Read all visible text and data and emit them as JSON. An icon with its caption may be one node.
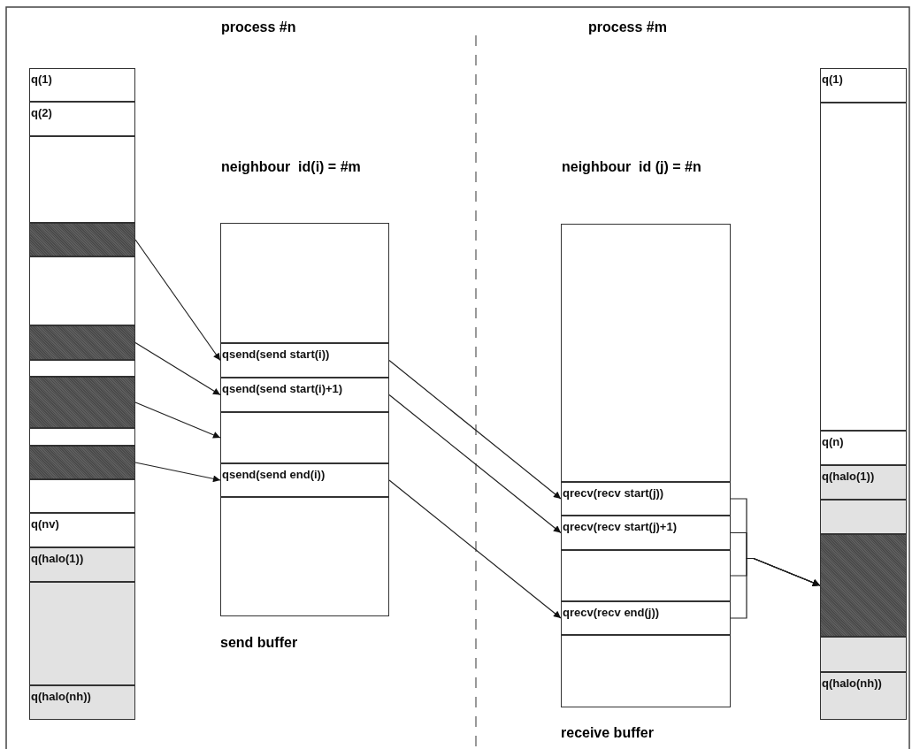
{
  "diagram": {
    "nodes": [
      {
        "text": [],
        "shape": "box"
      },
      {
        "text": [
          "q(1)"
        ],
        "in": 0
      },
      {
        "text": [
          "q(2)"
        ],
        "in": 0
      },
      {
        "text": [],
        "shape": "box",
        "in": 0
      },
      {
        "text": [],
        "shape": "box",
        "in": 0
      },
      {
        "text": [],
        "shape": "box",
        "in": 0
      },
      {
        "text": [],
        "shape": "box",
        "in": 0
      },
      {
        "text": [],
        "shape": "box",
        "in": 0
      },
      {
        "text": [],
        "shape": "box",
        "in": 0
      },
      {
        "text": [],
        "shape": "box",
        "in": 0
      },
      {
        "text": [],
        "shape": "box",
        "in": 0
      },
      {
        "text": [],
        "shape": "box",
        "in": 0
      },
      {
        "text": [
          "q(nv)"
        ],
        "in": 0
      },
      {
        "text": [
          "q(halo(1))"
        ],
        "in": 0
      },
      {
        "text": [],
        "shape": "box",
        "in": 0
      },
      {
        "text": [
          "q(halo(nh))"
        ],
        "in": 0
      },
      {
        "text": [],
        "shape": "box",
        "beside": [
          "send buffer"
        ]
      },
      {
        "text": [],
        "shape": "box",
        "in": 16
      },
      {
        "text": [
          "qsend(send start(i))"
        ],
        "in": 16
      },
      {
        "text": [
          "qsend(send start(i)+1)"
        ],
        "in": 16
      },
      {
        "text": [],
        "shape": "box",
        "in": 16
      },
      {
        "text": [
          "qsend(send end(i))"
        ],
        "in": 16
      },
      {
        "text": [],
        "shape": "box",
        "in": 16
      },
      {
        "text": [],
        "shape": "box",
        "beside": [
          "receive buffer"
        ]
      },
      {
        "text": [],
        "shape": "box",
        "in": 23
      },
      {
        "text": [
          "qrecv(recv start(j))"
        ],
        "in": 23
      },
      {
        "text": [
          "qrecv(recv start(j)+1)"
        ],
        "in": 23
      },
      {
        "text": [],
        "shape": "box",
        "in": 23
      },
      {
        "text": [
          "qrecv(recv end(j))"
        ],
        "in": 23
      },
      {
        "text": [],
        "shape": "box",
        "in": 23
      },
      {
        "text": [],
        "shape": "box"
      },
      {
        "text": [
          "q(1)"
        ],
        "in": 30
      },
      {
        "text": [],
        "shape": "box",
        "in": 30
      },
      {
        "text": [
          "q(n)"
        ],
        "in": 30
      },
      {
        "text": [
          "q(halo(1))"
        ],
        "in": 30
      },
      {
        "text": [],
        "shape": "box",
        "in": 30
      },
      {
        "text": [],
        "shape": "box",
        "in": 30
      },
      {
        "text": [],
        "shape": "box",
        "in": 30
      },
      {
        "text": [
          "q(halo(nh))"
        ],
        "in": 30
      }
    ],
    "edges": [
      {
        "from": 4,
        "to": 18,
        "arrow": "to"
      },
      {
        "from": 6,
        "to": 19,
        "arrow": "to"
      },
      {
        "from": 8,
        "to": 20,
        "arrow": "to"
      },
      {
        "from": 10,
        "to": 21,
        "arrow": "to"
      },
      {
        "from": 18,
        "to": 25,
        "arrow": "to"
      },
      {
        "from": 19,
        "to": 26,
        "arrow": "to"
      },
      {
        "from": 21,
        "to": 28,
        "arrow": "to"
      },
      {
        "from": 25,
        "to": 36,
        "arrow": "to"
      },
      {
        "from": 26,
        "to": 36,
        "arrow": "to"
      },
      {
        "from": 27,
        "to": 36,
        "arrow": "to"
      },
      {
        "from": 28,
        "to": 36,
        "arrow": "to"
      }
    ],
    "labels": [
      "process #n",
      "process #m",
      "neighbour  id(i) = #m",
      "neighbour  id (j) = #n"
    ]
  }
}
